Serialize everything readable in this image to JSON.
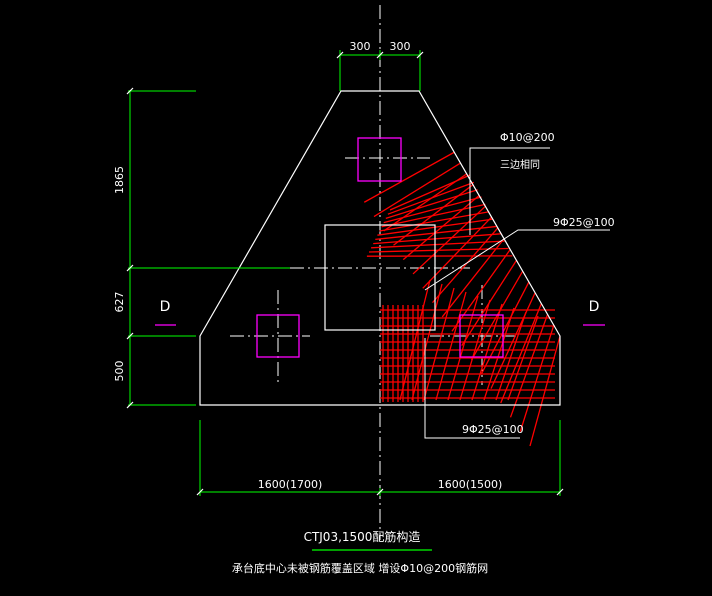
{
  "dimensions": {
    "top_left": "300",
    "top_right": "300",
    "left_upper": "1865",
    "left_middle": "627",
    "left_lower": "500",
    "bottom_left": "1600(1700)",
    "bottom_right": "1600(1500)"
  },
  "section_marks": {
    "left": "D",
    "right": "D"
  },
  "annotations": {
    "stirrup_spec": "Φ10@200",
    "stirrup_note": "三边相同",
    "rebar_upper": "9Φ25@100",
    "rebar_lower": "9Φ25@100"
  },
  "caption": {
    "title": "CTJ03,1500配筋构造",
    "note": "承台底中心未被钢筋覆盖区域 增设Φ10@200钢筋网"
  },
  "colors": {
    "outline": "#ffffff",
    "dimension": "#00ff00",
    "column": "#ff00ff",
    "rebar": "#ff0000",
    "text": "#ffffff",
    "background": "#000000"
  }
}
